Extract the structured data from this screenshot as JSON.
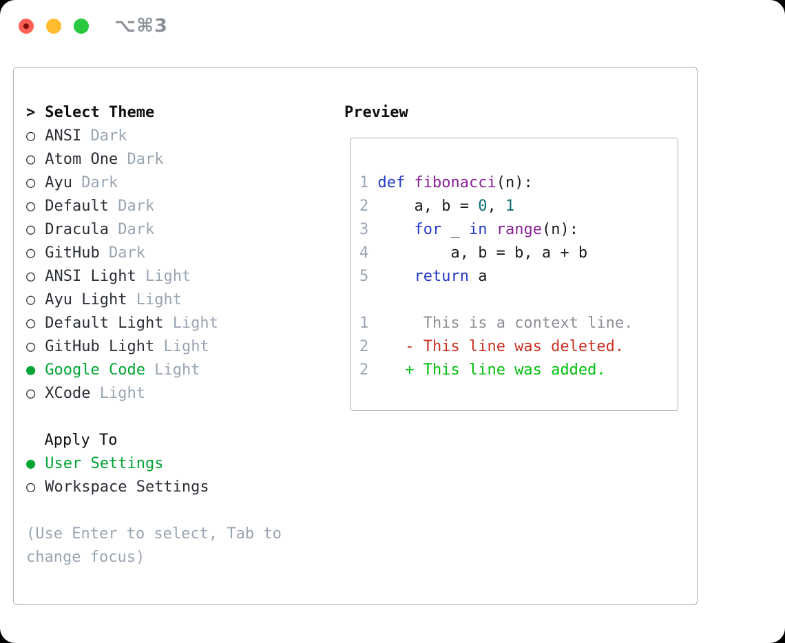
{
  "window": {
    "shortcut": "⌥⌘3",
    "traffic_lights": [
      "close",
      "minimize",
      "zoom"
    ]
  },
  "theme_panel": {
    "header": {
      "marker": ">",
      "label": "Select Theme"
    },
    "themes": [
      {
        "name": "ANSI",
        "variant": "Dark",
        "selected": false
      },
      {
        "name": "Atom One",
        "variant": "Dark",
        "selected": false
      },
      {
        "name": "Ayu",
        "variant": "Dark",
        "selected": false
      },
      {
        "name": "Default",
        "variant": "Dark",
        "selected": false
      },
      {
        "name": "Dracula",
        "variant": "Dark",
        "selected": false
      },
      {
        "name": "GitHub",
        "variant": "Dark",
        "selected": false
      },
      {
        "name": "ANSI Light",
        "variant": "Light",
        "selected": false
      },
      {
        "name": "Ayu Light",
        "variant": "Light",
        "selected": false
      },
      {
        "name": "Default Light",
        "variant": "Light",
        "selected": false
      },
      {
        "name": "GitHub Light",
        "variant": "Light",
        "selected": false
      },
      {
        "name": "Google Code",
        "variant": "Light",
        "selected": true
      },
      {
        "name": "XCode",
        "variant": "Light",
        "selected": false
      }
    ],
    "markers": {
      "unselected": "○",
      "selected": "●"
    },
    "apply_to": {
      "label": "Apply To",
      "options": [
        {
          "name": "User Settings",
          "selected": true
        },
        {
          "name": "Workspace Settings",
          "selected": false
        }
      ]
    },
    "help": [
      "(Use Enter to select, Tab to",
      "change focus)"
    ]
  },
  "preview": {
    "label": "Preview",
    "code_lines": [
      {
        "num": "1",
        "tokens": [
          [
            "kw",
            "def"
          ],
          [
            "pl",
            " "
          ],
          [
            "fn",
            "fibonacci"
          ],
          [
            "pl",
            "(n):"
          ]
        ]
      },
      {
        "num": "2",
        "tokens": [
          [
            "pl",
            "    a, b = "
          ],
          [
            "num",
            "0"
          ],
          [
            "pl",
            ", "
          ],
          [
            "num",
            "1"
          ]
        ]
      },
      {
        "num": "3",
        "tokens": [
          [
            "pl",
            "    "
          ],
          [
            "kw",
            "for"
          ],
          [
            "pl",
            " _ "
          ],
          [
            "kw",
            "in"
          ],
          [
            "pl",
            " "
          ],
          [
            "fn",
            "range"
          ],
          [
            "pl",
            "(n):"
          ]
        ]
      },
      {
        "num": "4",
        "tokens": [
          [
            "pl",
            "        a, b = b, a + b"
          ]
        ]
      },
      {
        "num": "5",
        "tokens": [
          [
            "pl",
            "    "
          ],
          [
            "kw",
            "return"
          ],
          [
            "pl",
            " a"
          ]
        ]
      }
    ],
    "diff_lines": [
      {
        "num": "1",
        "marker": " ",
        "text": "This is a context line.",
        "type": "context"
      },
      {
        "num": "2",
        "marker": "-",
        "text": "This line was deleted.",
        "type": "deleted"
      },
      {
        "num": "2",
        "marker": "+",
        "text": "This line was added.",
        "type": "added"
      }
    ]
  },
  "colors": {
    "ink": "#0e0f11",
    "text": "#2b2f36",
    "muted": "#9aa5b2",
    "context": "#8d9196",
    "selected_green": "#00a434",
    "diff_added": "#00bd0b",
    "diff_deleted": "#cc3120",
    "keyword_blue": "#2438c8",
    "function_purple": "#8a2196",
    "number_teal": "#0b6b70",
    "border": "#a6adb7",
    "traffic_red": "#ff5f57",
    "traffic_red_dot": "#7e1007",
    "traffic_yellow": "#febc2e",
    "traffic_green": "#28c840",
    "shortcut_gray": "#8a9097"
  }
}
